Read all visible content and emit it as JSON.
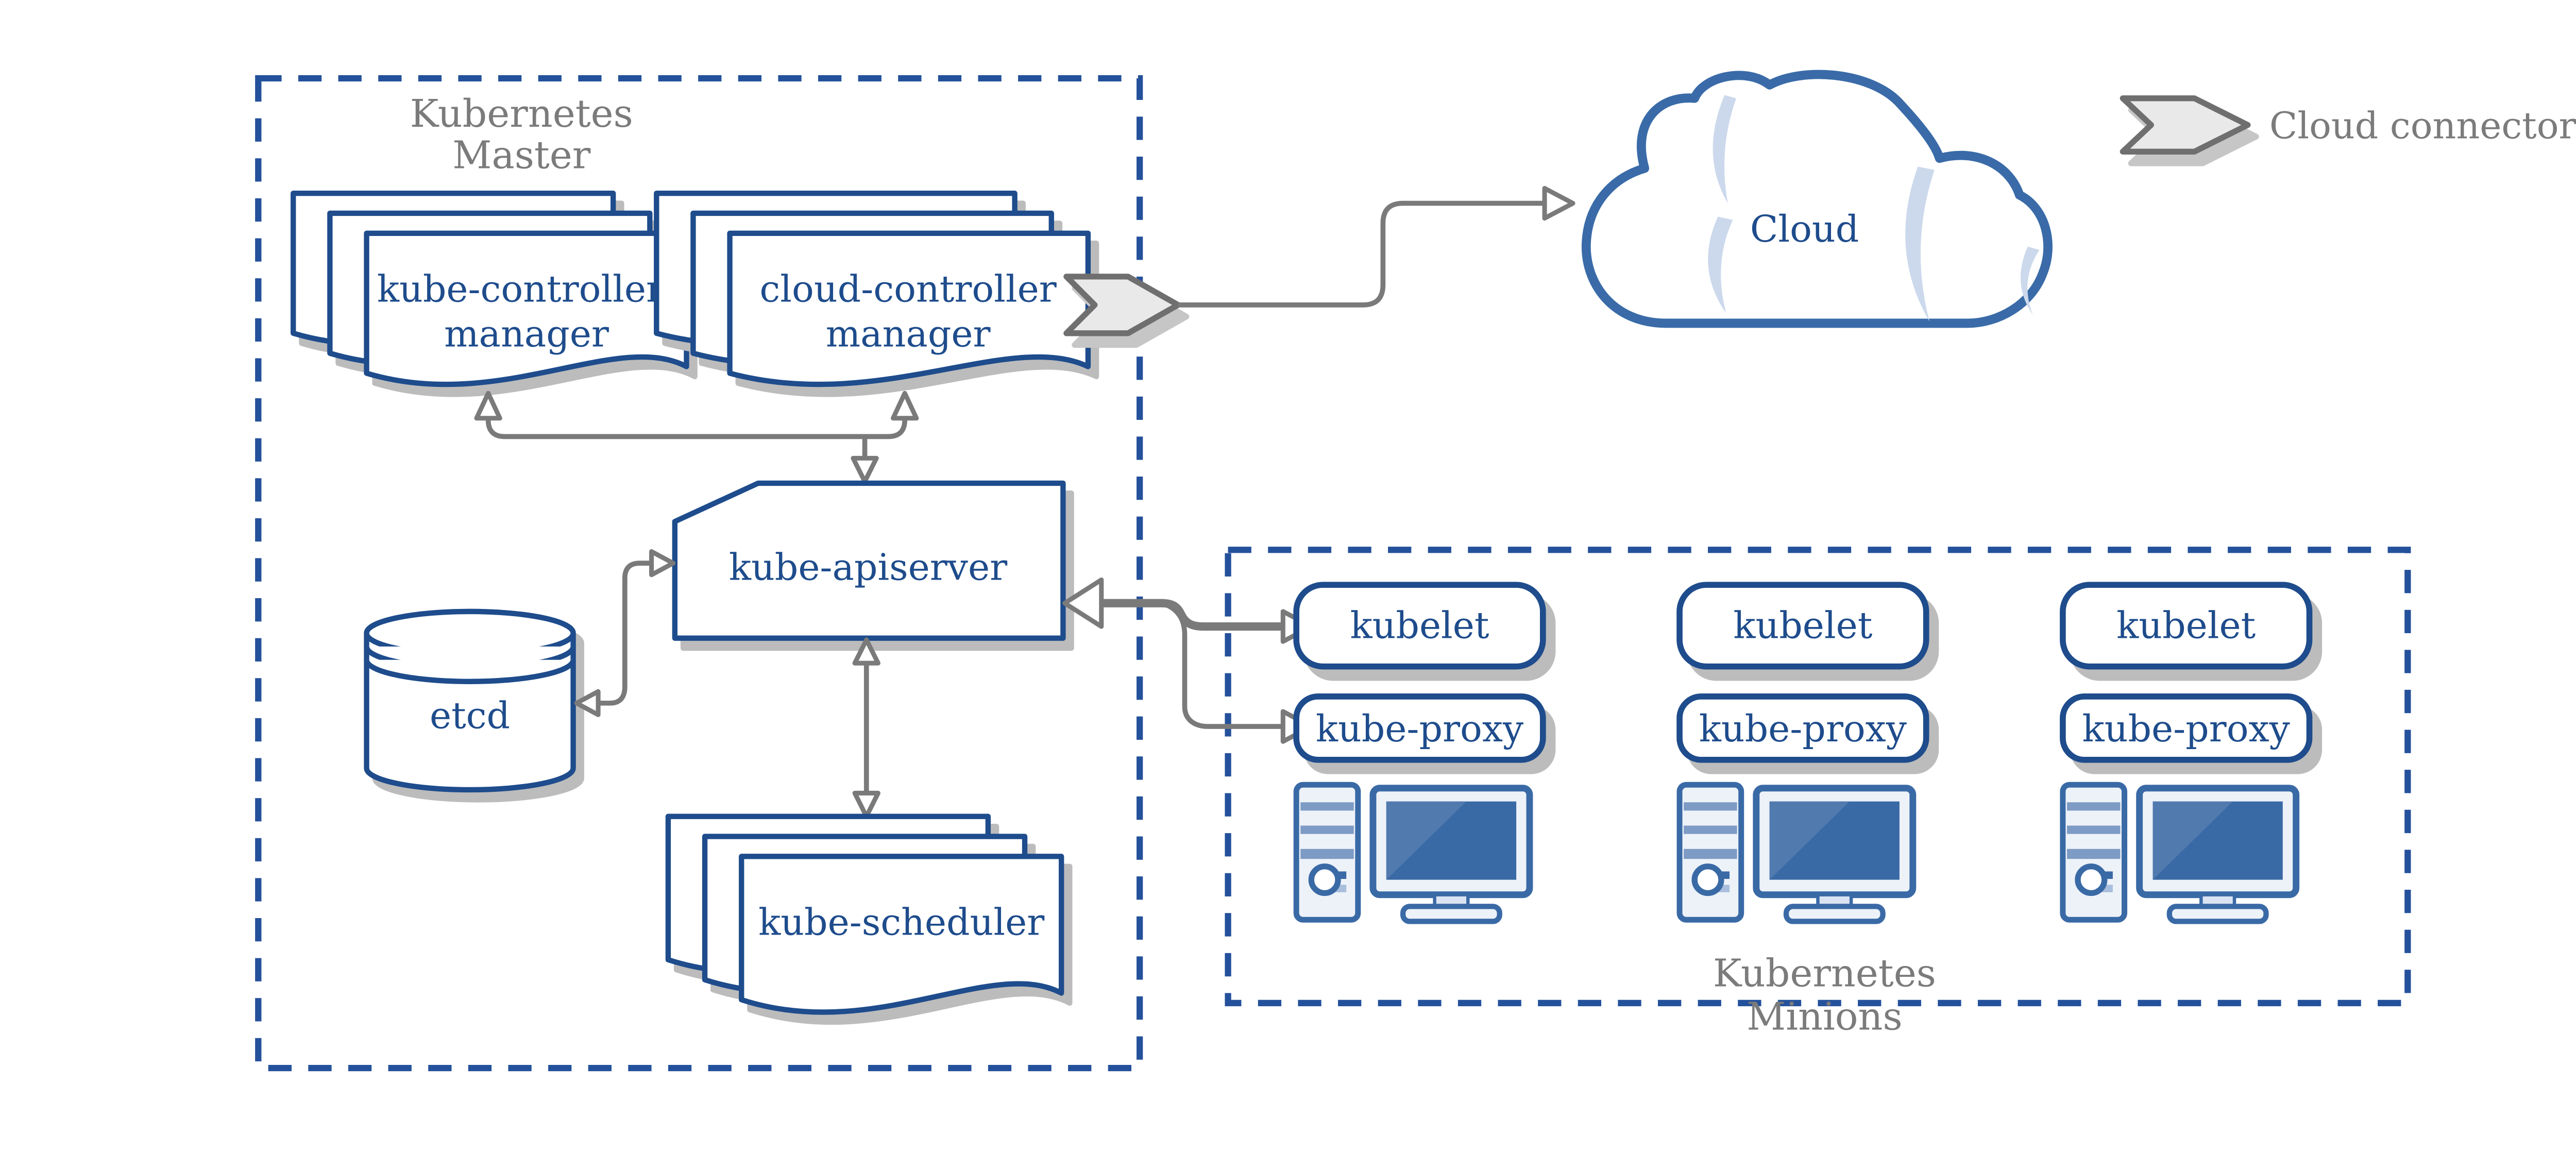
{
  "colors": {
    "ink_blue": "#1e4c8c",
    "dash_blue": "#24519b",
    "icon_blue": "#3a6aa6",
    "icon_fill": "#edf2f9",
    "icon_stripe": "#7d9bc4",
    "screen_blue": "#3a6aa6",
    "screen_highlight": "#517aaf",
    "cloud_blue": "#3a6ba8",
    "cloud_sliver": "#ccd9ec",
    "arrow_gray": "#7a7a7a",
    "label_gray": "#7b7b7b",
    "shadow_gray": "#bcbcbc",
    "chevron_fill": "#e9e9e9",
    "chevron_stroke": "#6f6f6f",
    "bg": "#ffffff"
  },
  "master": {
    "label_line1": "Kubernetes",
    "label_line2": "Master",
    "kube_controller_manager_line1": "kube-controller-",
    "kube_controller_manager_line2": "manager",
    "cloud_controller_manager_line1": "cloud-controller",
    "cloud_controller_manager_line2": "manager",
    "kube_apiserver": "kube-apiserver",
    "etcd": "etcd",
    "kube_scheduler": "kube-scheduler"
  },
  "cloud": {
    "label": "Cloud"
  },
  "legend": {
    "label": "Cloud connector"
  },
  "minions": {
    "label_line1": "Kubernetes",
    "label_line2": "Minions",
    "nodes": [
      {
        "kubelet": "kubelet",
        "kube_proxy": "kube-proxy"
      },
      {
        "kubelet": "kubelet",
        "kube_proxy": "kube-proxy"
      },
      {
        "kubelet": "kubelet",
        "kube_proxy": "kube-proxy"
      }
    ]
  }
}
